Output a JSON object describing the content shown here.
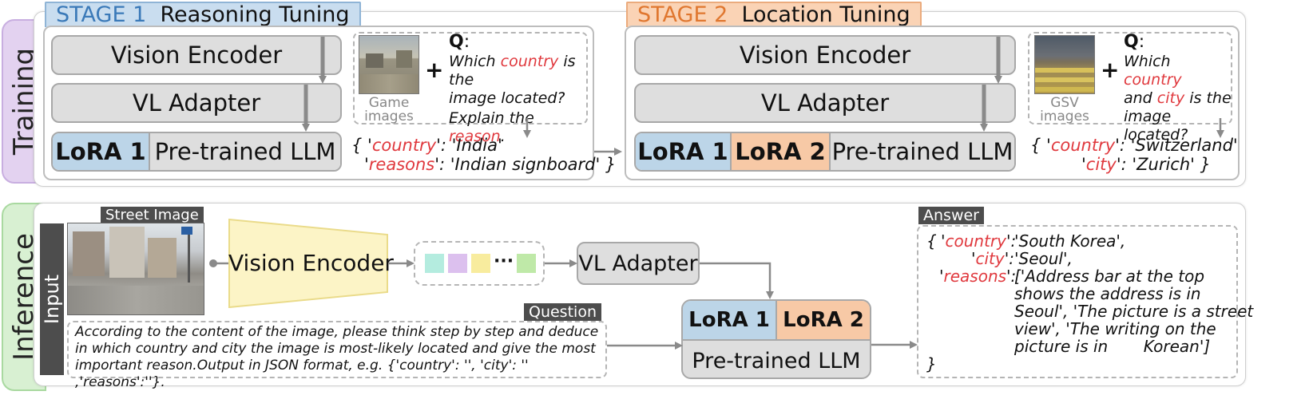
{
  "sections": {
    "training": "Training",
    "inference": "Inference"
  },
  "stage1": {
    "tab_num": "STAGE 1",
    "tab_title": "Reasoning Tuning",
    "vision_encoder": "Vision Encoder",
    "vl_adapter": "VL Adapter",
    "lora1": "LoRA 1",
    "llm": "Pre-trained LLM",
    "image_caption_1": "Game",
    "image_caption_2": "images",
    "q_label": "Q",
    "q_colon": ":",
    "q_line1_a": "Which ",
    "q_line1_red": "country",
    "q_line1_b": " is the",
    "q_line2": "image located?",
    "q_line3_a": "Explain the ",
    "q_line3_red": "reason",
    "q_line3_b": ".",
    "ans_line1_open": "{ '",
    "ans_line1_key": "country",
    "ans_line1_val": "':  'India'",
    "ans_line2_open": "'",
    "ans_line2_key": "reasons",
    "ans_line2_val": "':  'Indian signboard' }"
  },
  "stage2": {
    "tab_num": "STAGE 2",
    "tab_title": "Location Tuning",
    "vision_encoder": "Vision Encoder",
    "vl_adapter": "VL Adapter",
    "lora1": "LoRA 1",
    "lora2": "LoRA 2",
    "llm": "Pre-trained LLM",
    "image_caption_1": "GSV",
    "image_caption_2": "images",
    "q_label": "Q",
    "q_colon": ":",
    "q_line1_a": "Which ",
    "q_line1_red": "country",
    "q_line2_a": "and ",
    "q_line2_red": "city",
    "q_line2_b": " is the",
    "q_line3": "image located?",
    "ans_line1_open": "{ '",
    "ans_line1_key": "country",
    "ans_line1_val": "':  'Switzerland'",
    "ans_line2_open": "'",
    "ans_line2_key": "city",
    "ans_line2_val": "':  'Zurich' }"
  },
  "inference": {
    "input_label": "Input",
    "street_image_label": "Street Image",
    "vision_encoder": "Vision Encoder",
    "token_ellipsis": "···",
    "vl_adapter": "VL Adapter",
    "lora1": "LoRA 1",
    "lora2": "LoRA 2",
    "llm": "Pre-trained LLM",
    "question_label": "Question",
    "question_text": "According to the content of the image, please think step by step and deduce in which country and city the image is most-likely located and give the most important reason.Output in JSON format, e.g. {'country': '', 'city': '' ,'reasons':''}.",
    "answer_label": "Answer",
    "answer": {
      "open": "{",
      "country_key": "country",
      "country_val": "'South Korea',",
      "city_key": "city",
      "city_val": "'Seoul',",
      "reasons_key": "reasons",
      "reasons_l1": "['Address bar at the top",
      "reasons_l2": "shows the address is in",
      "reasons_l3": "Seoul', 'The picture is a street",
      "reasons_l4": "view', 'The writing on the",
      "reasons_l5": "picture is in       Korean']",
      "close": "}"
    }
  },
  "colors": {
    "training_tab": "#e3d2f0",
    "training_tab_border": "#c8aee0",
    "inference_tab": "#d8f0d2",
    "inference_tab_border": "#a9d9a0",
    "stage1_tab_bg": "#c9ddef",
    "stage1_tab_border": "#8fb4d6",
    "stage1_num": "#3a79b8",
    "stage2_tab_bg": "#fad3b5",
    "stage2_tab_border": "#ebab7d",
    "stage2_num": "#e0772f",
    "red_text": "#e0393e",
    "arrow": "#8a8a8a",
    "encoder_fill": "#fcf4c6",
    "encoder_stroke": "#eadb8a",
    "token_1": "#b4ecdf",
    "token_2": "#dcc0ee",
    "token_3": "#f8ec9e",
    "token_4": "#bfe9a8"
  }
}
